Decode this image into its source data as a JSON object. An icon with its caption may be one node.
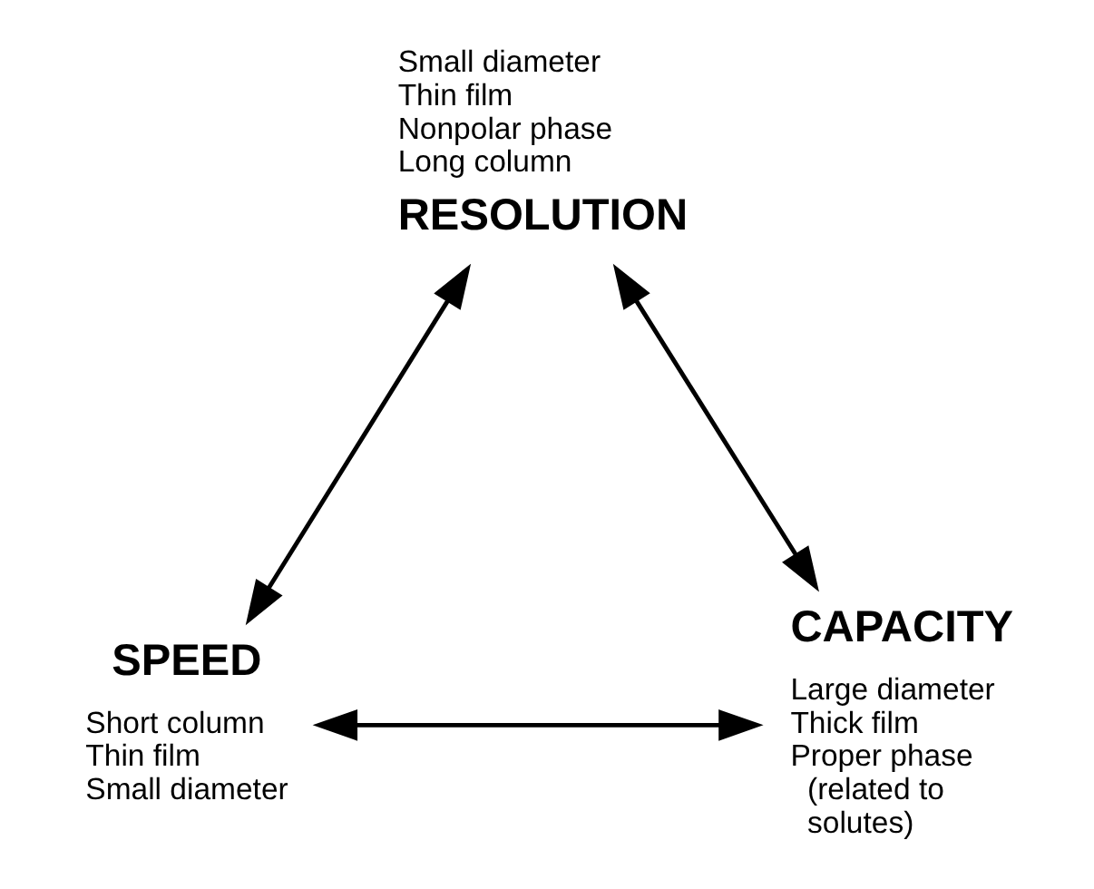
{
  "diagram": {
    "nodes": [
      {
        "text": [
          "RESOLUTION"
        ],
        "beside": [
          "Small diameter",
          "Thin film",
          "Nonpolar phase",
          "Long column"
        ]
      },
      {
        "text": [
          "SPEED"
        ],
        "beside": [
          "Short column",
          "Thin film",
          "Small diameter"
        ]
      },
      {
        "text": [
          "CAPACITY"
        ],
        "beside": [
          "Large diameter",
          "Thick film",
          "Proper phase (related to solutes)"
        ]
      }
    ],
    "edges": [
      {
        "from": 0,
        "to": 1,
        "arrow": "both"
      },
      {
        "from": 0,
        "to": 2,
        "arrow": "both"
      },
      {
        "from": 1,
        "to": 2,
        "arrow": "both"
      }
    ]
  }
}
